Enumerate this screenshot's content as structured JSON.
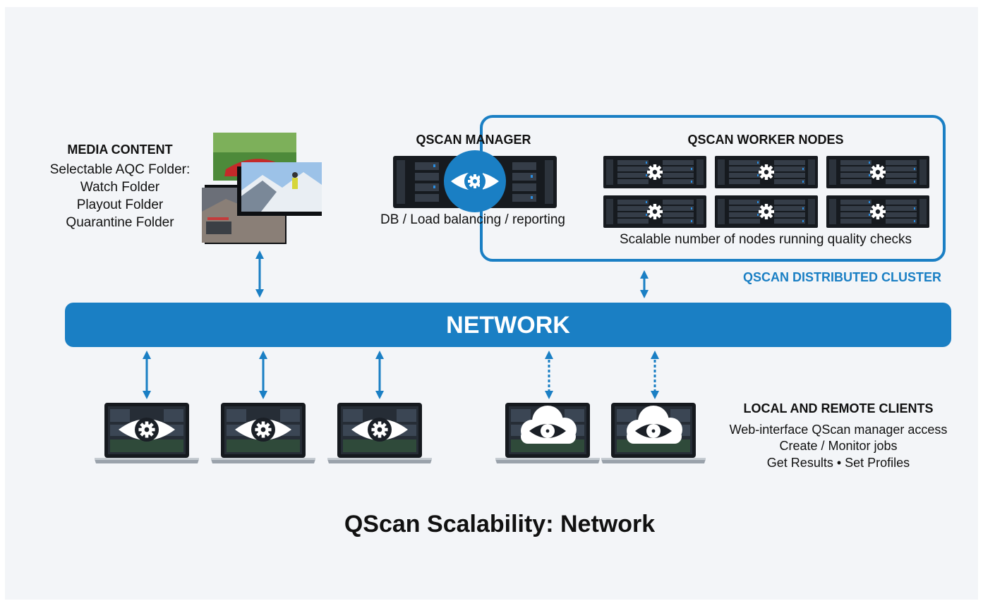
{
  "media": {
    "title": "MEDIA CONTENT",
    "lines": [
      "Selectable AQC Folder:",
      "Watch Folder",
      "Playout Folder",
      "Quarantine Folder"
    ]
  },
  "manager": {
    "title": "QSCAN MANAGER",
    "description": "DB / Load balancing / reporting"
  },
  "workers": {
    "title": "QSCAN WORKER NODES",
    "description": "Scalable number of nodes running quality checks"
  },
  "cluster": {
    "label": "QSCAN DISTRIBUTED CLUSTER"
  },
  "network": {
    "label": "NETWORK"
  },
  "clients": {
    "title": "LOCAL AND REMOTE CLIENTS",
    "lines": [
      "Web-interface QScan manager access",
      "Create / Monitor jobs",
      "Get Results • Set Profiles"
    ]
  },
  "footer": {
    "title": "QScan Scalability: Network"
  },
  "colors": {
    "accent": "#1a7fc4",
    "background": "#f3f5f8",
    "server": "#161a1f",
    "text": "#111111"
  },
  "icons": {
    "manager": "eye-gear-icon",
    "worker": "gear-icon",
    "local_client": "eye-gear-icon",
    "remote_client": "cloud-eye-gear-icon"
  }
}
